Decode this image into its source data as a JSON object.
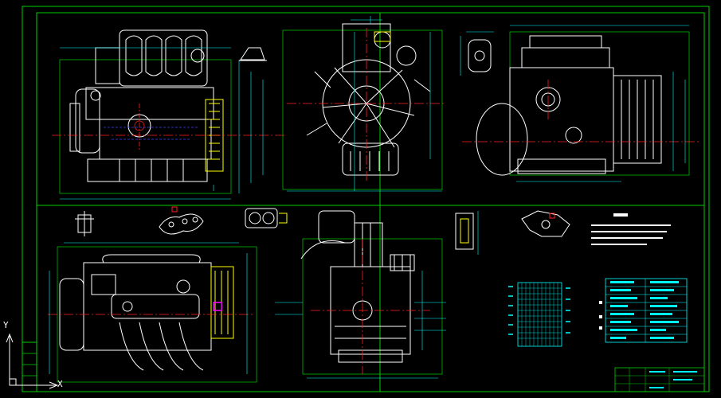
{
  "drawing": {
    "background": "#000000",
    "colors": {
      "border": "#00d000",
      "geometry": "#ffffff",
      "dimension": "#00ffff",
      "centerline": "#ff2020",
      "hidden": "#4040ff",
      "accent": "#ffff00",
      "magenta": "#ff00ff"
    }
  },
  "ucs": {
    "x_label": "X",
    "y_label": "Y"
  },
  "views": [
    {
      "name": "front-view"
    },
    {
      "name": "end-view-fan"
    },
    {
      "name": "right-view"
    },
    {
      "name": "plan-view"
    },
    {
      "name": "section-view"
    },
    {
      "name": "intake-detail"
    },
    {
      "name": "mount-detail"
    },
    {
      "name": "gasket-detail"
    },
    {
      "name": "spring-detail"
    },
    {
      "name": "bracket-detail"
    },
    {
      "name": "pump-detail"
    },
    {
      "name": "cap-detail"
    }
  ],
  "title_block": {
    "name": "title-block"
  },
  "performance_chart": {
    "name": "performance-chart"
  },
  "spec_table": {
    "name": "spec-table"
  },
  "technical_notes": {
    "name": "technical-notes"
  }
}
